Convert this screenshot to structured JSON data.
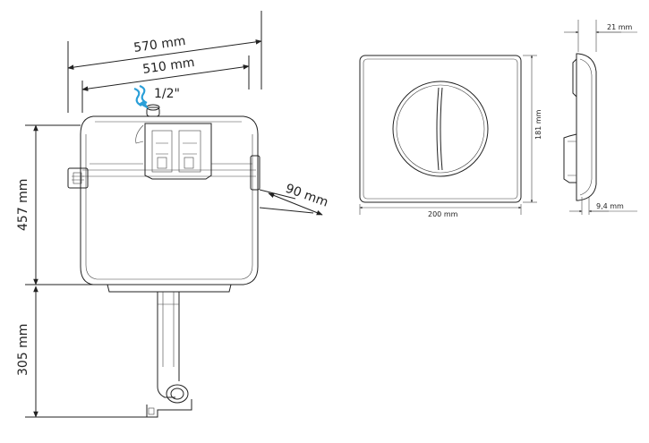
{
  "cistern": {
    "width_outer": "570 mm",
    "width_inner": "510 mm",
    "inlet": "1/2\"",
    "depth": "90 mm",
    "height_tank": "457 mm",
    "height_pipe": "305 mm"
  },
  "flush_plate": {
    "width": "200 mm",
    "height": "181 mm"
  },
  "side_view": {
    "depth_total": "21 mm",
    "depth_base": "9,4 mm"
  },
  "colors": {
    "line": "#222222",
    "arrow_water": "#2a9fd8"
  }
}
